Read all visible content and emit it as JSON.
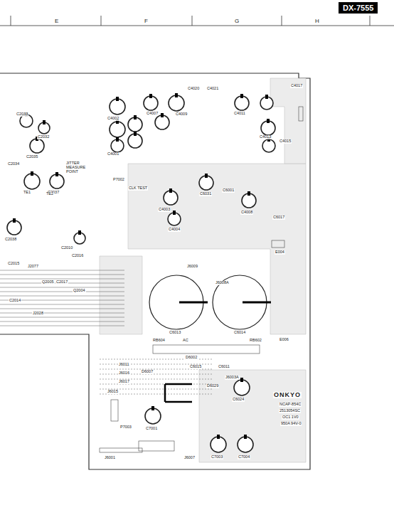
{
  "diagram": {
    "title": "DX-7555",
    "labels": [
      "E",
      "F",
      "G",
      "H",
      "C2033",
      "C2035",
      "C2032",
      "C2037",
      "C2034",
      "TE1",
      "TE2",
      "JITTER MEASURE POINT",
      "C2038",
      "C2010",
      "C2016",
      "J2077",
      "C2015",
      "Q2005",
      "C2017",
      "Q2004",
      "C2014",
      "J2028",
      "P7002",
      "CLK TEST",
      "C4002",
      "C4001",
      "C4007",
      "C4009",
      "C4020",
      "C4021",
      "C4011",
      "C4013",
      "C4015",
      "C4017",
      "C4003",
      "C4004",
      "C6031",
      "C6001",
      "C4008",
      "C6017",
      "E004",
      "J6009",
      "J6008A",
      "C6013",
      "C6014",
      "RB604",
      "AC",
      "RB602",
      "D6002",
      "C6015",
      "C6011",
      "E006",
      "J6011",
      "J6016",
      "J6017",
      "J6015",
      "D6007",
      "C6024",
      "D6029",
      "J6003A",
      "C7001",
      "J6001",
      "J6007",
      "C7003",
      "C7004",
      "ONKYO",
      "NCAP-854C",
      "2513054SC",
      "OC1 1V0",
      "950A 94V-0",
      "P7003"
    ]
  }
}
